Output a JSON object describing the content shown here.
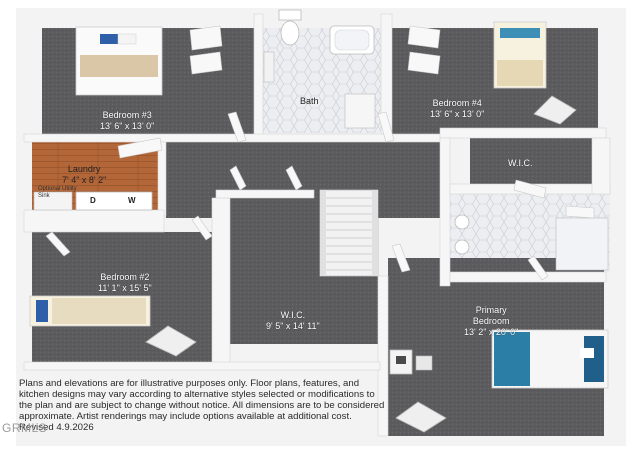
{
  "rooms": [
    {
      "name": "Bedroom #3",
      "dims": "13' 6\" x 13' 0\""
    },
    {
      "name": "Bath",
      "dims": ""
    },
    {
      "name": "Bedroom #4",
      "dims": "13' 6\" x 13' 0\""
    },
    {
      "name": "Laundry",
      "dims": "7' 4\" x 8' 2\""
    },
    {
      "name": "W.I.C.",
      "dims": ""
    },
    {
      "name": "Bedroom #2",
      "dims": "11' 1\" x 15' 5\""
    },
    {
      "name": "W.I.C.",
      "dims": "9' 5\" x 14' 11\""
    },
    {
      "name": "Primary\nBedroom",
      "dims": "13' 2\" x 20' 0\""
    }
  ],
  "laundry_notes": {
    "optional_sink": "Optional Utility Sink",
    "dryer": "D",
    "washer": "W"
  },
  "disclaimer": "Plans and elevations are for illustrative purposes only. Floor plans, features, and kitchen designs may vary according to alternative styles selected or modifications to the plan and are subject to change without notice. All dimensions are to be considered approximate. Artist renderings may include options available at additional cost. Revised 4.9.2026",
  "watermark": "GRMLS",
  "colors": {
    "wall": "#f4f4f4",
    "carpet": "#5e5e60",
    "floor_tile": "#e7e9ee",
    "wood": "#b5683a",
    "accent_bed": "#3a8fb5"
  }
}
